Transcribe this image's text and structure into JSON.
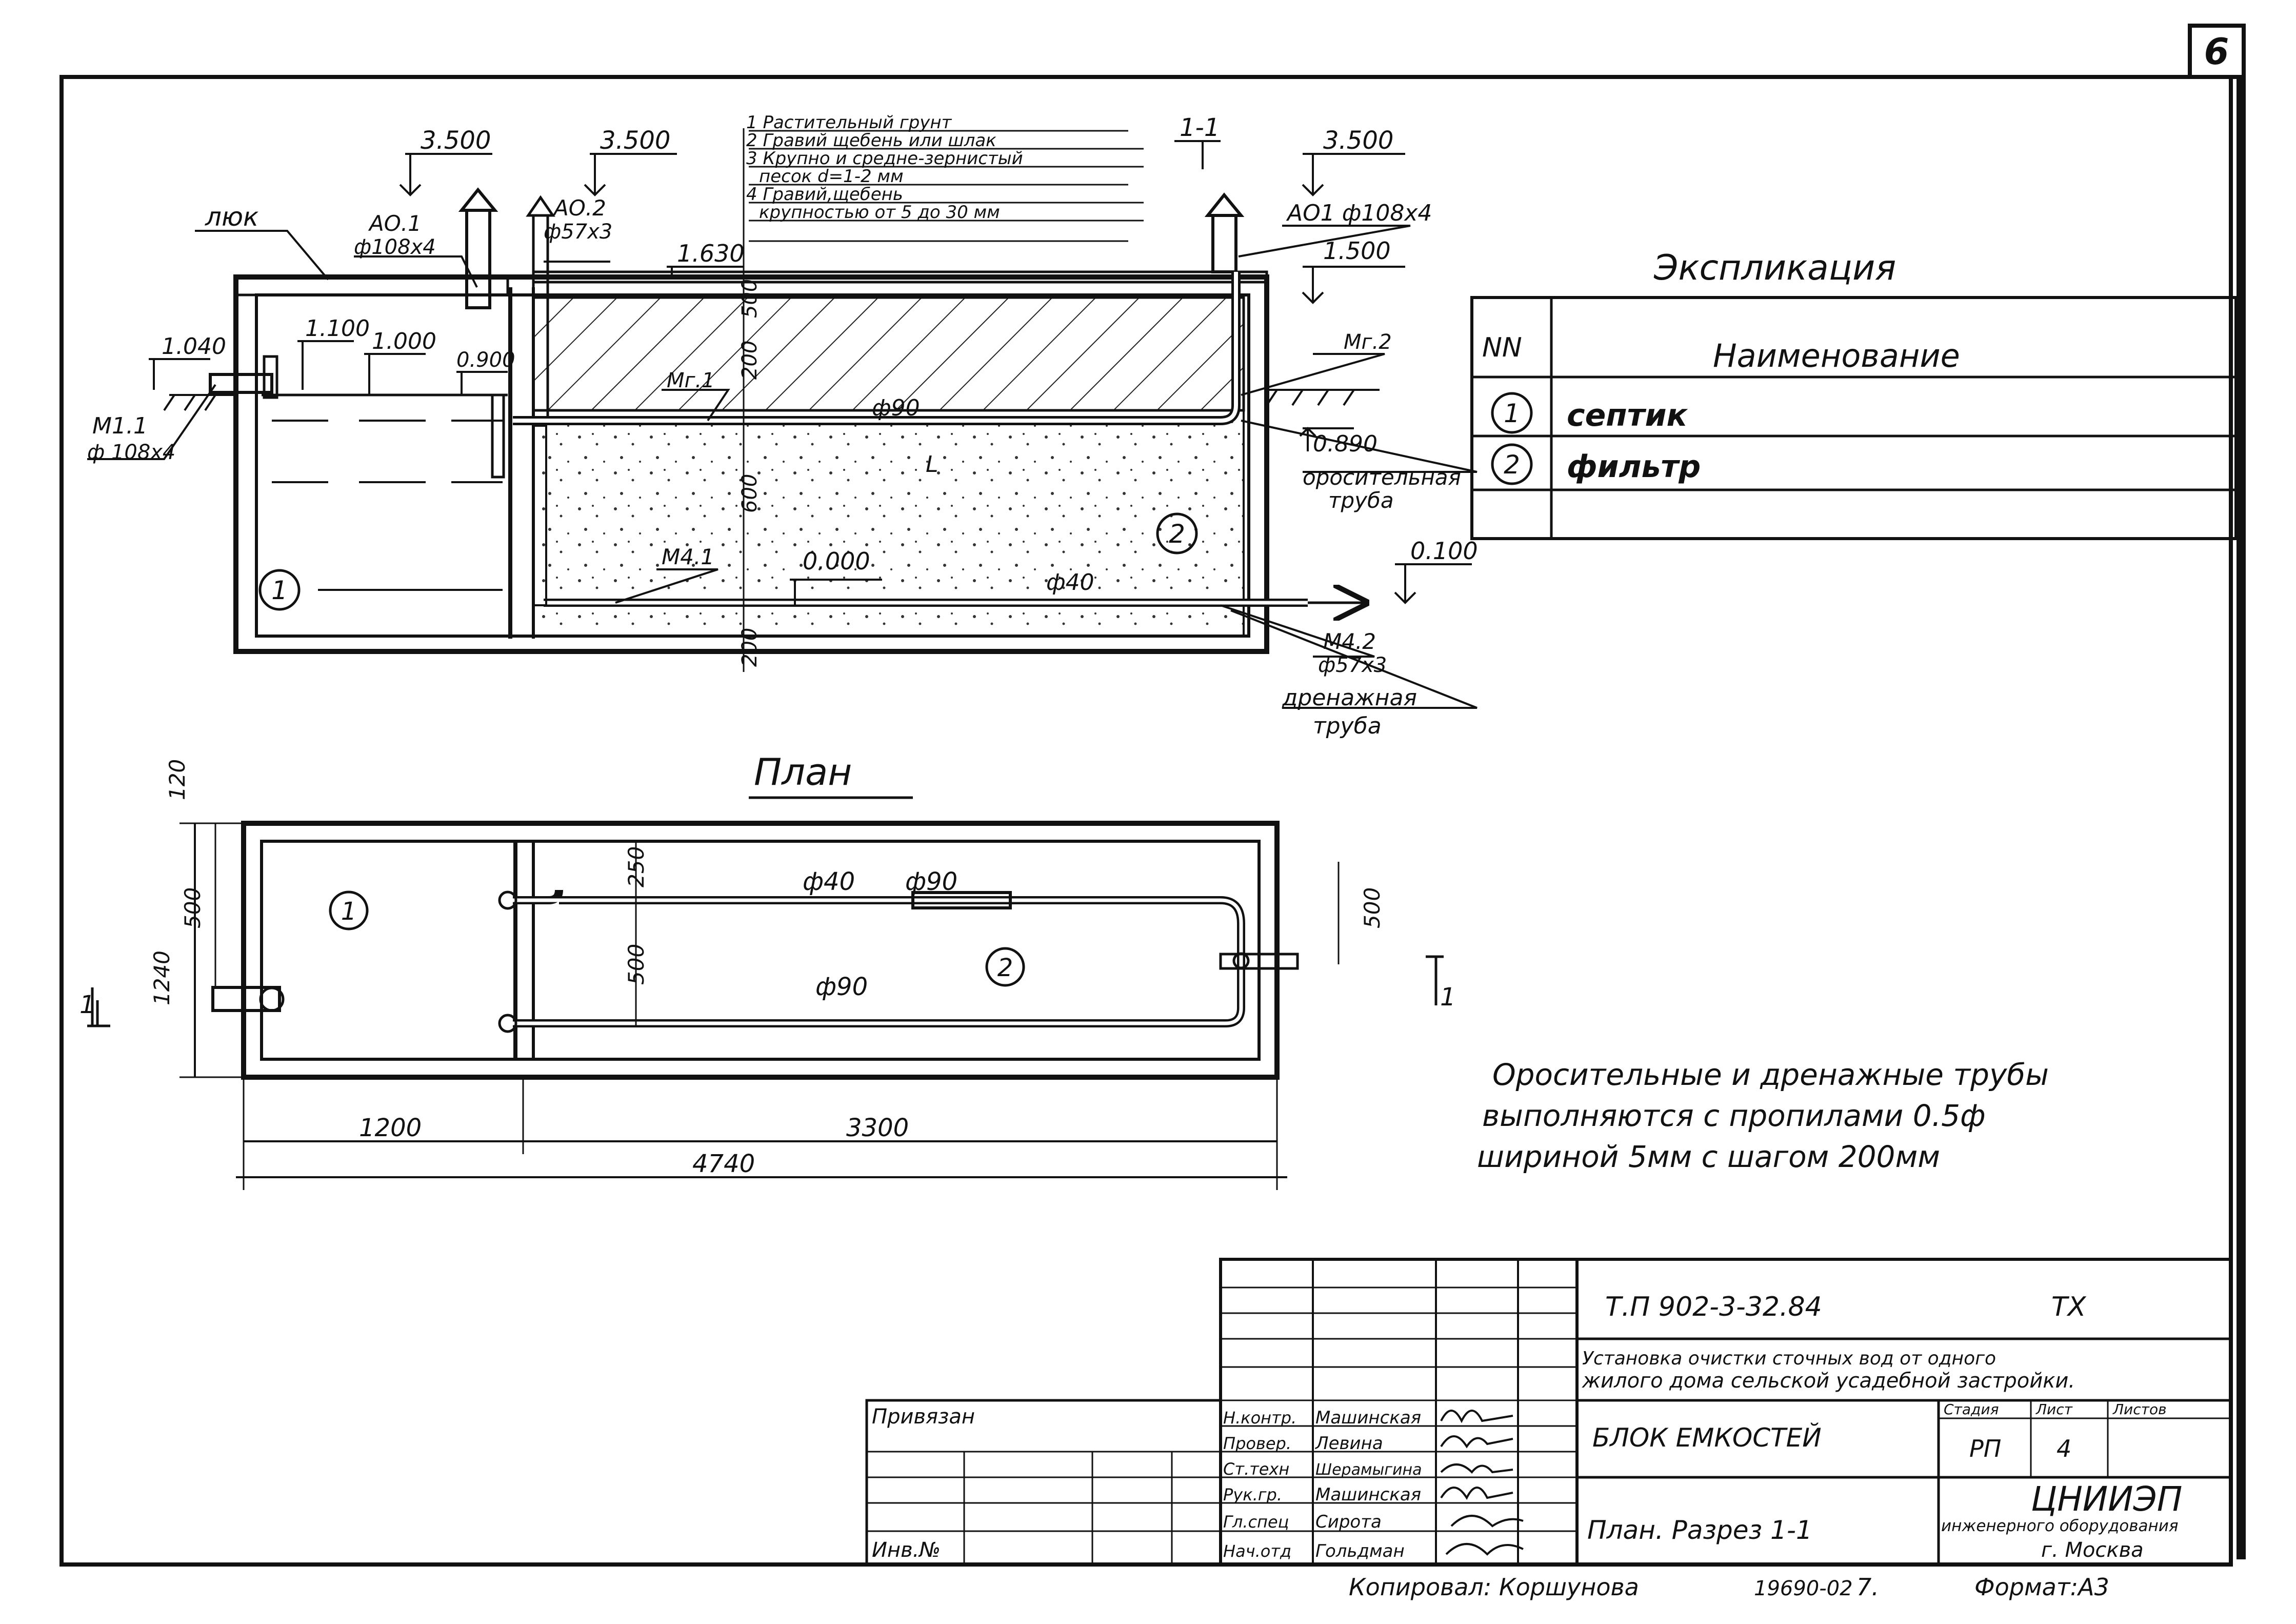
{
  "page_number": "6",
  "section": {
    "levels": {
      "l3500_a": "3.500",
      "l3500_b": "3.500",
      "l3500_c": "3.500",
      "l1630": "1.630",
      "l1500": "1.500",
      "l1040": "1.040",
      "l1100": "1.100",
      "l1000": "1.000",
      "l0900": "0.900",
      "l0890": "0.890",
      "l0000": "0.000",
      "l0100": "0.100"
    },
    "labels": {
      "hatch": "люк",
      "ao1_left": "АО.1",
      "ao1_left_d": "ф108х4",
      "ao2": "АО.2",
      "ao2_d": "ф57х3",
      "ao1_right": "АО1 ф108х4",
      "m1": "М1.1",
      "m1_d": "ф 108х4",
      "mg1": "Мг.1",
      "m22": "Мг.2",
      "m41": "М4.1",
      "m42": "М4.2",
      "m42_d": "ф57х3",
      "d90": "ф90",
      "d40": "ф40",
      "L": "L",
      "irrig_1": "оросительная",
      "irrig_2": "труба",
      "drain_1": "дренажная",
      "drain_2": "труба",
      "cut_mark": "1-1",
      "circle_1": "1",
      "circle_2": "2"
    },
    "layers": [
      "1 Растительный грунт",
      "2 Гравий щебень или шлак",
      "3 Крупно и средне-зернистый",
      "песок d=1-2 мм",
      "4 Гравий,щебень",
      "крупностью от 5 до 30 мм"
    ],
    "dims_vertical": [
      "500",
      "200",
      "600",
      "200"
    ]
  },
  "explication": {
    "title": "Экспликация",
    "col_nn": "NN",
    "col_name": "Наименование",
    "rows": [
      {
        "num": "1",
        "name": "септик"
      },
      {
        "num": "2",
        "name": "фильтр"
      }
    ]
  },
  "plan": {
    "title": "План",
    "dims": {
      "d120": "120",
      "d500_left": "500",
      "d1240": "1240",
      "d250": "250",
      "d500_mid": "500",
      "d500_right": "500",
      "d1200": "1200",
      "d3300": "3300",
      "d4740": "4740"
    },
    "pipes": {
      "p40": "ф40",
      "p90_a": "ф90",
      "p90_b": "ф90"
    },
    "circle_1": "1",
    "circle_2": "2",
    "cut_left": "1",
    "cut_right": "1"
  },
  "note": [
    "Оросительные и дренажные трубы",
    "выполняются с пропилами 0.5ф",
    "шириной 5мм с шагом 200мм"
  ],
  "stamp": {
    "code": "Т.П 902-3-32.84",
    "mark": "ТХ",
    "object_1": "Установка очистки сточных вод от одного",
    "object_2": "жилого дома сельской усадебной застройки.",
    "sheet_title": "БЛОК ЕМКОСТЕЙ",
    "drawing_title": "План. Разрез 1-1",
    "stage_h": "Стадия",
    "sheet_h": "Лист",
    "sheets_h": "Листов",
    "stage": "РП",
    "sheet": "4",
    "org_1": "ЦНИИЭП",
    "org_2": "инженерного оборудования",
    "org_3": "г. Москва",
    "privyazan": "Привязан",
    "inv": "Инв.№",
    "people": [
      {
        "role": "Н.контр.",
        "name": "Машинская"
      },
      {
        "role": "Провер.",
        "name": "Левина"
      },
      {
        "role": "Ст.техн",
        "name": "Шерамыгина"
      },
      {
        "role": "Рук.гр.",
        "name": "Машинская"
      },
      {
        "role": "Гл.спец",
        "name": "Сирота"
      },
      {
        "role": "Нач.отд",
        "name": "Гольдман"
      }
    ],
    "copied": "Копировал: Коршунова",
    "number": "19690-02",
    "n7": "7.",
    "format": "Формат:А3"
  }
}
